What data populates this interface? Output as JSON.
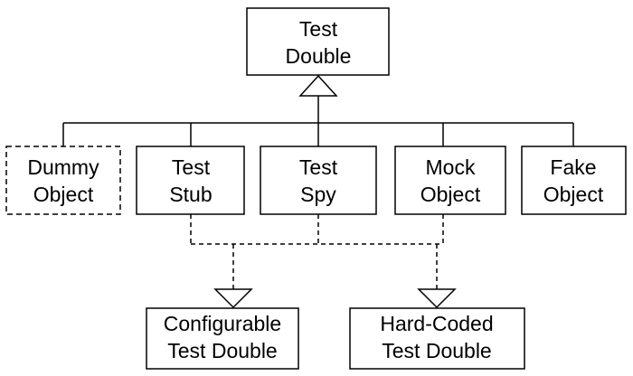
{
  "nodes": {
    "test_double": {
      "line1": "Test",
      "line2": "Double"
    },
    "dummy_object": {
      "line1": "Dummy",
      "line2": "Object"
    },
    "test_stub": {
      "line1": "Test",
      "line2": "Stub"
    },
    "test_spy": {
      "line1": "Test",
      "line2": "Spy"
    },
    "mock_object": {
      "line1": "Mock",
      "line2": "Object"
    },
    "fake_object": {
      "line1": "Fake",
      "line2": "Object"
    },
    "configurable_test_double": {
      "line1": "Configurable",
      "line2": "Test Double"
    },
    "hard_coded_test_double": {
      "line1": "Hard-Coded",
      "line2": "Test Double"
    }
  }
}
